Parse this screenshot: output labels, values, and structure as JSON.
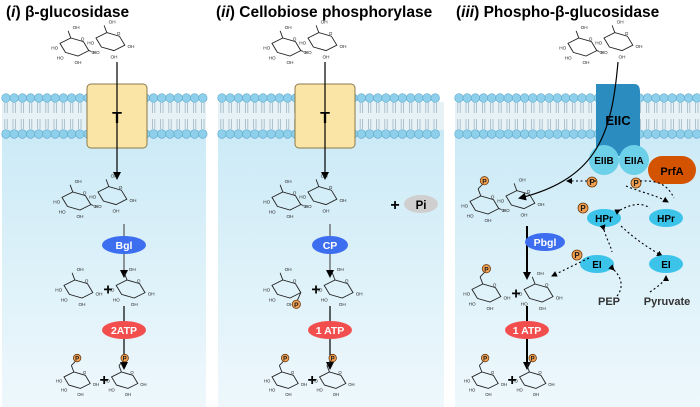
{
  "panels": [
    {
      "prefix": "(",
      "numeral": "i",
      "suffix": ") ",
      "name": "β-glucosidase",
      "transporter": "T",
      "enzyme1": "Bgl",
      "enzyme2": "2ATP",
      "plus": "+"
    },
    {
      "prefix": "(",
      "numeral": "ii",
      "suffix": ") ",
      "name": "Cellobiose phosphorylase",
      "transporter": "T",
      "cofactor": "Pi",
      "enzyme1": "CP",
      "enzyme2": "1 ATP",
      "plus": "+"
    },
    {
      "prefix": "(",
      "numeral": "iii",
      "suffix": ") ",
      "name": "Phospho-β-glucosidase",
      "transporter": "EIIC",
      "eiib": "EIIB",
      "eiia": "EIIA",
      "prfa": "PrfA",
      "hpr1": "HPr",
      "hpr2": "HPr",
      "ei1": "EI",
      "ei2": "EI",
      "pep": "PEP",
      "pyruvate": "Pyruvate",
      "enzyme1": "Pbgl",
      "enzyme2": "1 ATP",
      "plus": "+"
    }
  ],
  "molecule_labels": {
    "oh": "OH",
    "ho": "HO",
    "o": "O",
    "p": "P"
  },
  "colors": {
    "cytoplasm": "#d6eef8",
    "membrane_head": "#8ed0ec",
    "membrane_tail": "#a9c3d0",
    "transporter_fill": "#fbe5a6",
    "eiic": "#2b8cc0",
    "eiib_eiia": "#6cd1e8",
    "prfa": "#d45300",
    "enzyme_blue": "#3d6ef0",
    "enzyme_red": "#f24e4e",
    "phosphate": "#f0a050",
    "pi_gray": "#cfcfcf"
  }
}
